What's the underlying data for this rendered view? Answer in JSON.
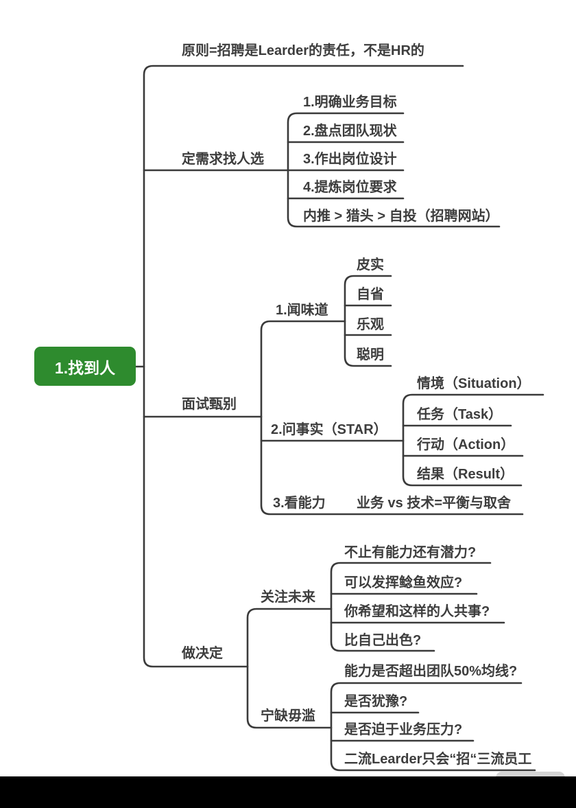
{
  "colors": {
    "background": "#ffffff",
    "line": "#3a3a3a",
    "text": "#3d3d3d",
    "root_bg": "#2e8b2e",
    "root_text": "#ffffff",
    "bottom_bar": "#000000",
    "bottom_tab": "#d4d4d4"
  },
  "map": {
    "root": {
      "label": "1.找到人",
      "children": [
        {
          "label": "原则=招聘是Learder的责任，不是HR的"
        },
        {
          "label": "定需求找人选",
          "children": [
            {
              "label": "1.明确业务目标"
            },
            {
              "label": "2.盘点团队现状"
            },
            {
              "label": "3.作出岗位设计"
            },
            {
              "label": "4.提炼岗位要求"
            },
            {
              "label": "内推 > 猎头 > 自投（招聘网站）"
            }
          ]
        },
        {
          "label": "面试甄别",
          "children": [
            {
              "label": "1.闻味道",
              "children": [
                {
                  "label": "皮实"
                },
                {
                  "label": "自省"
                },
                {
                  "label": "乐观"
                },
                {
                  "label": "聪明"
                }
              ]
            },
            {
              "label": "2.问事实（STAR）",
              "children": [
                {
                  "label": "情境（Situation）"
                },
                {
                  "label": "任务（Task）"
                },
                {
                  "label": "行动（Action）"
                },
                {
                  "label": "结果（Result）"
                }
              ]
            },
            {
              "label": "3.看能力",
              "children": [
                {
                  "label": "业务 vs 技术=平衡与取舍"
                }
              ]
            }
          ]
        },
        {
          "label": "做决定",
          "children": [
            {
              "label": "关注未来",
              "children": [
                {
                  "label": "不止有能力还有潜力?"
                },
                {
                  "label": "可以发挥鲶鱼效应?"
                },
                {
                  "label": "你希望和这样的人共事?"
                },
                {
                  "label": "比自己出色?"
                }
              ]
            },
            {
              "label": "宁缺毋滥",
              "children": [
                {
                  "label": "能力是否超出团队50%均线?"
                },
                {
                  "label": "是否犹豫?"
                },
                {
                  "label": "是否迫于业务压力?"
                },
                {
                  "label": "二流Learder只会“招“三流员工"
                }
              ]
            }
          ]
        }
      ]
    }
  }
}
